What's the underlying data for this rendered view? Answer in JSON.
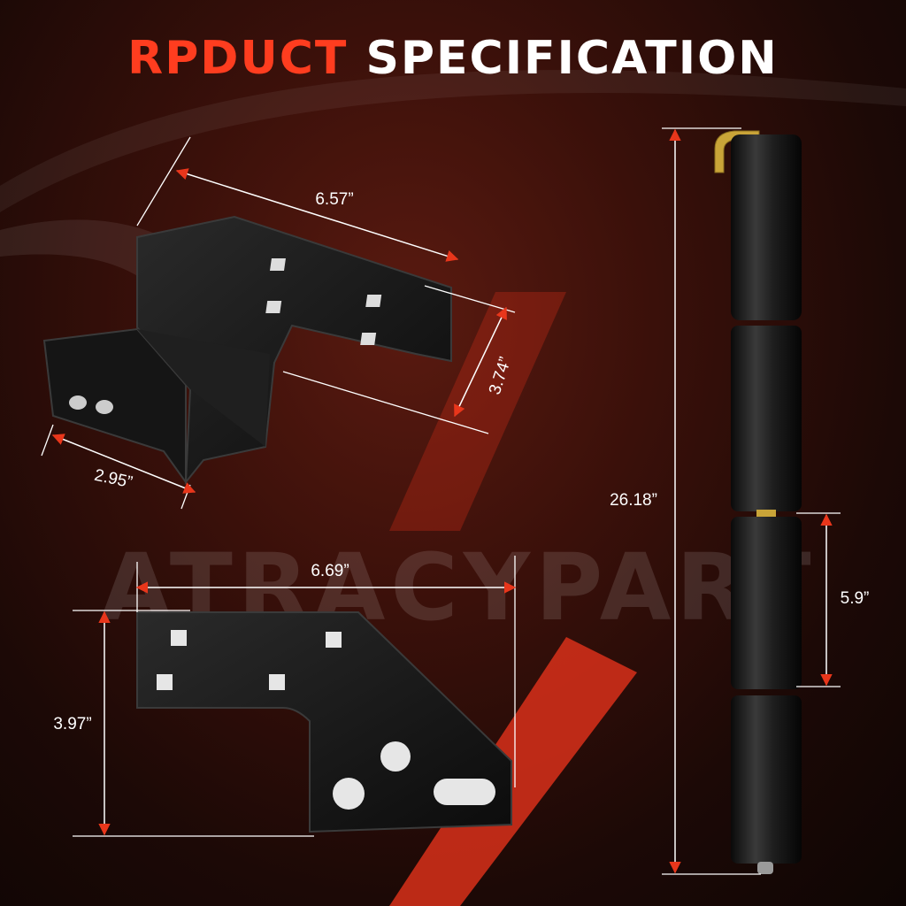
{
  "title": {
    "part1": "RPDUCT",
    "part2": "SPECIFICATION"
  },
  "watermark": {
    "text": "ATRACYPART"
  },
  "colors": {
    "accent": "#ff3d1f",
    "arrow": "#e8361b",
    "text": "#ffffff",
    "part": "#111111"
  },
  "bracket_a": {
    "length": "6.57”",
    "height": "3.74”",
    "depth": "2.95”"
  },
  "bracket_b": {
    "width": "6.69”",
    "height": "3.97”"
  },
  "pin": {
    "total_length": "26.18”",
    "segment_length": "5.9”"
  }
}
